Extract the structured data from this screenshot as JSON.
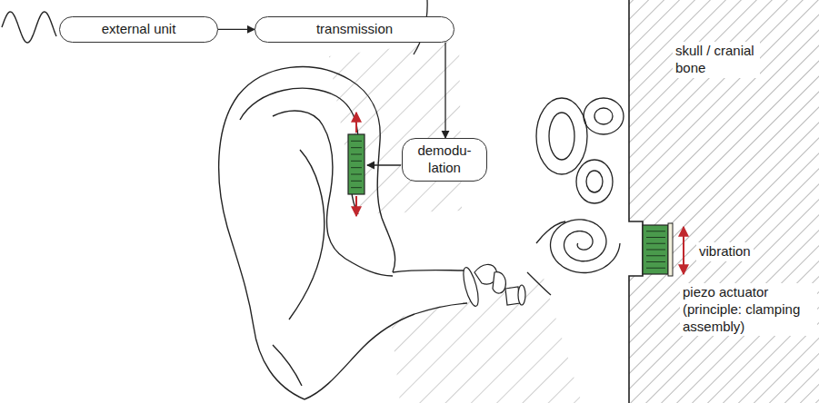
{
  "diagram": {
    "nodes": [
      {
        "text": [
          "external unit"
        ]
      },
      {
        "text": [
          "transmission"
        ]
      },
      {
        "text": [
          "demodu- lation"
        ]
      }
    ],
    "edges": [
      {
        "from": 0,
        "to": 1,
        "arrow": "to"
      },
      {
        "from": 1,
        "to": 2,
        "arrow": "to"
      }
    ],
    "labels": [
      "skull / cranial bone",
      "vibration",
      "piezo actuator (principle: clamping assembly)"
    ]
  }
}
